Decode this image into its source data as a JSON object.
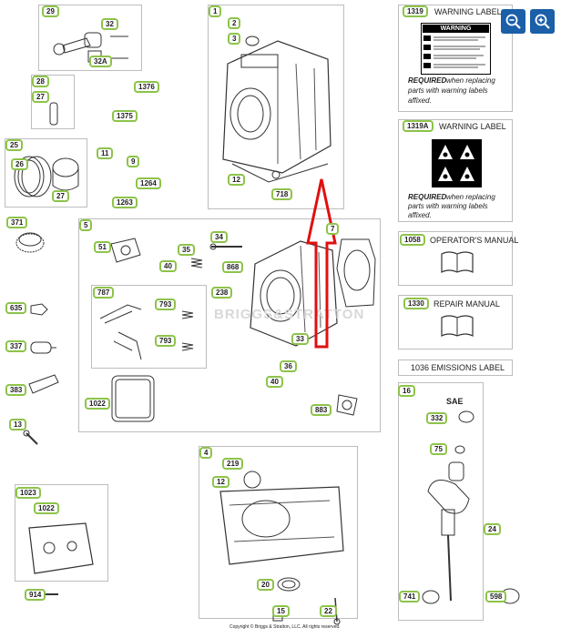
{
  "zoom": {
    "zoom_out_icon": "magnifier-minus",
    "zoom_in_icon": "magnifier-plus",
    "button_color": "#1a5fa8"
  },
  "callout_color": "#8dc34a",
  "arrow_color": "#e01010",
  "labels": {
    "l29": "29",
    "l32": "32",
    "l32a": "32A",
    "l1": "1",
    "l2": "2",
    "l3": "3",
    "l12a": "12",
    "l718": "718",
    "l1319": "1319",
    "l1319a": "1319A",
    "l28": "28",
    "l27a": "27",
    "l1376": "1376",
    "l1375": "1375",
    "l11": "11",
    "l9": "9",
    "l1264": "1264",
    "l1263": "1263",
    "l25": "25",
    "l26": "26",
    "l27b": "27",
    "l371": "371",
    "l5": "5",
    "l51": "51",
    "l34": "34",
    "l35": "35",
    "l40a": "40",
    "l868": "868",
    "l787": "787",
    "l793a": "793",
    "l793b": "793",
    "l238": "238",
    "l33": "33",
    "l36": "36",
    "l40b": "40",
    "l1022a": "1022",
    "l883": "883",
    "l7": "7",
    "l1058": "1058",
    "l1330": "1330",
    "l635": "635",
    "l337": "337",
    "l383": "383",
    "l13": "13",
    "l16": "16",
    "l332": "332",
    "l75": "75",
    "l24": "24",
    "l741": "741",
    "l598": "598",
    "l4": "4",
    "l219": "219",
    "l12b": "12",
    "l20": "20",
    "l15": "15",
    "l22": "22",
    "l1023": "1023",
    "l1022b": "1022",
    "l914": "914"
  },
  "side_panels": {
    "warning_label": {
      "title": "WARNING LABEL",
      "sign_text": "WARNING",
      "req_bold": "REQUIRED",
      "req_rest": " when replacing",
      "req_line2": "parts with warning labels",
      "req_line3": "affixed."
    },
    "warning_label_a": {
      "title": "WARNING LABEL",
      "req_bold": "REQUIRED",
      "req_rest": " when replacing",
      "req_line2": "parts with warning labels",
      "req_line3": "affixed."
    },
    "operators_manual": {
      "title": "OPERATOR'S MANUAL"
    },
    "repair_manual": {
      "title": "REPAIR MANUAL"
    },
    "emissions_label": {
      "title": "1036 EMISSIONS LABEL"
    }
  },
  "sae_text": "SAE",
  "watermark": "BRIGGS&STRATTON",
  "copyright": "Copyright © Briggs & Stratton, LLC. All rights reserved."
}
